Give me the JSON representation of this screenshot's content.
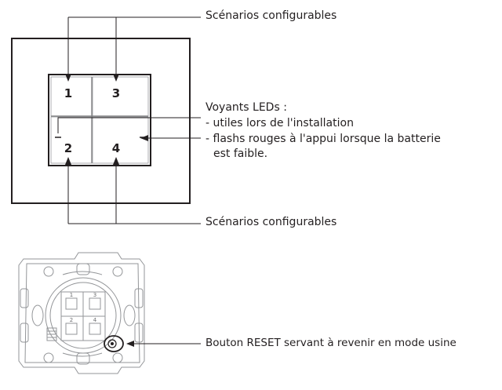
{
  "callouts": {
    "top_scenarios": "Scénarios configurables",
    "bottom_scenarios": "Scénarios configurables",
    "leds_title": "Voyants LEDs :",
    "leds_line1": "- utiles lors de l'installation",
    "leds_line2": "- flashs rouges à l'appui lorsque la batterie",
    "leds_line3": "est faible.",
    "reset": "Bouton RESET servant à revenir en mode usine"
  },
  "keys": {
    "k1": "1",
    "k2": "2",
    "k3": "3",
    "k4": "4"
  },
  "mechanism_keys": {
    "m1": "1",
    "m2": "2",
    "m3": "3",
    "m4": "4"
  },
  "colors": {
    "ink": "#231f20",
    "gray": "#939598"
  }
}
